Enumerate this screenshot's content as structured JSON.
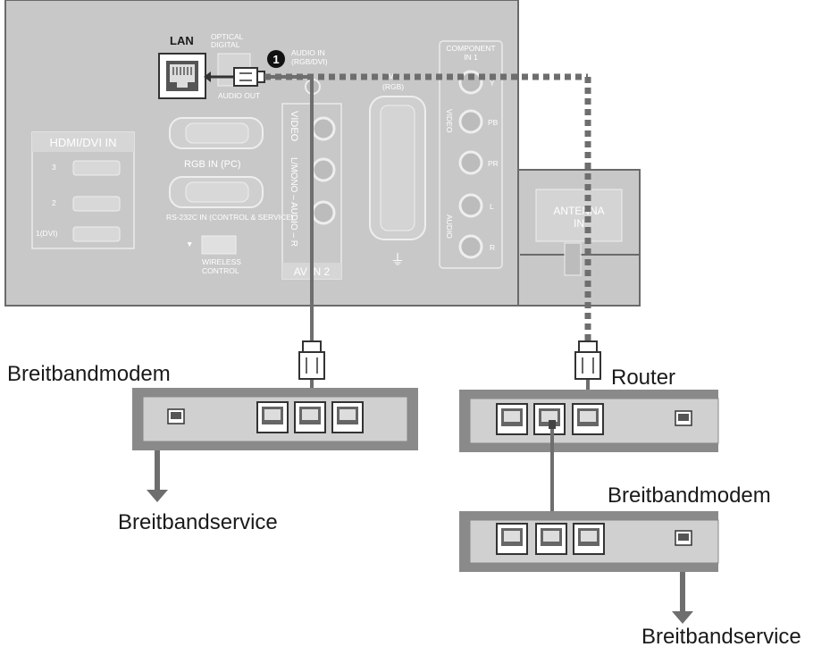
{
  "tv_panel": {
    "lan_label": "LAN",
    "optical_label_1": "OPTICAL",
    "optical_label_2": "DIGITAL",
    "audio_out_label": "AUDIO OUT",
    "audio_in_label_1": "AUDIO IN",
    "audio_in_label_2": "(RGB/DVI)",
    "callout_number": "1",
    "hdmi_title": "HDMI/DVI IN",
    "hdmi_ports": [
      "3",
      "2",
      "1(DVI)"
    ],
    "rgb_in_label": "RGB IN (PC)",
    "rs232_label": "RS-232C IN (CONTROL & SERVICE)",
    "wireless_label_1": "WIRELESS",
    "wireless_label_2": "CONTROL",
    "av_in2_label": "AV IN 2",
    "video_label": "VIDEO",
    "lmono_audio_r_label": "L/MONO – AUDIO – R",
    "av1_label_1": "AV 1",
    "av1_label_2": "(RGB)",
    "component_label_1": "COMPONENT",
    "component_label_2": "IN 1",
    "component_video_label": "VIDEO",
    "component_audio_label": "AUDIO",
    "component_jacks": [
      "Y",
      "PB",
      "PR",
      "L",
      "R"
    ],
    "antenna_label_1": "ANTENNA",
    "antenna_label_2": "IN"
  },
  "left_setup": {
    "modem_label": "Breitbandmodem",
    "service_label": "Breitbandservice"
  },
  "right_setup": {
    "router_label": "Router",
    "modem_label": "Breitbandmodem",
    "service_label": "Breitbandservice"
  },
  "colors": {
    "panel": "#c7c7c7",
    "panel_dark": "#808080",
    "device": "#bdbdbd",
    "cable": "#6e6e6e",
    "text": "#1a1a1a"
  }
}
